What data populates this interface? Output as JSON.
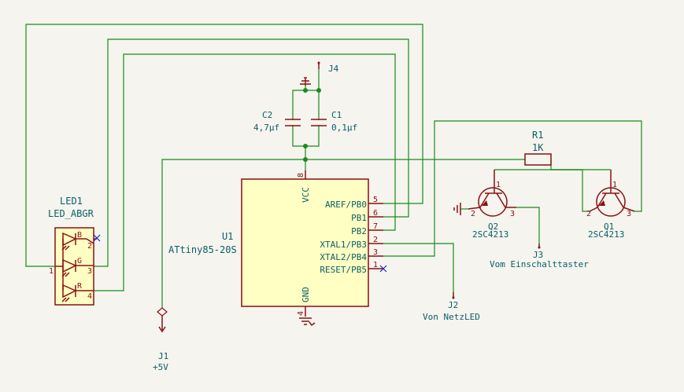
{
  "components": {
    "led1": {
      "ref": "LED1",
      "value": "LED_ABGR",
      "pins": [
        "1",
        "2",
        "3",
        "4"
      ],
      "colors": [
        "B",
        "G",
        "R"
      ]
    },
    "u1": {
      "ref": "U1",
      "value": "ATtiny85-20S",
      "pin_labels": {
        "vcc": "VCC",
        "gnd": "GND",
        "pb0": "AREF/PB0",
        "pb1": "PB1",
        "pb2": "PB2",
        "pb3": "XTAL1/PB3",
        "pb4": "XTAL2/PB4",
        "pb5": "RESET/PB5"
      },
      "pin_numbers": {
        "vcc": "8",
        "gnd": "4",
        "pb0": "5",
        "pb1": "6",
        "pb2": "7",
        "pb3": "2",
        "pb4": "3",
        "pb5": "1"
      }
    },
    "c1": {
      "ref": "C1",
      "value": "0,1µf"
    },
    "c2": {
      "ref": "C2",
      "value": "4,7µf"
    },
    "r1": {
      "ref": "R1",
      "value": "1K"
    },
    "q1": {
      "ref": "Q1",
      "value": "2SC4213",
      "pins": [
        "1",
        "2",
        "3"
      ]
    },
    "q2": {
      "ref": "Q2",
      "value": "2SC4213",
      "pins": [
        "1",
        "2",
        "3"
      ]
    },
    "j1": {
      "ref": "J1",
      "value": "+5V"
    },
    "j2": {
      "ref": "J2",
      "value": "Von NetzLED"
    },
    "j3": {
      "ref": "J3",
      "value": "Vom Einschalttaster"
    },
    "j4": {
      "ref": "J4"
    }
  },
  "colors": {
    "wire": "#1b8a1b",
    "symbol": "#8a1010",
    "text": "#0a5e66",
    "body_fill": "#ffffc4",
    "no_connect": "#2222cc",
    "background": "#f5f4ef"
  }
}
